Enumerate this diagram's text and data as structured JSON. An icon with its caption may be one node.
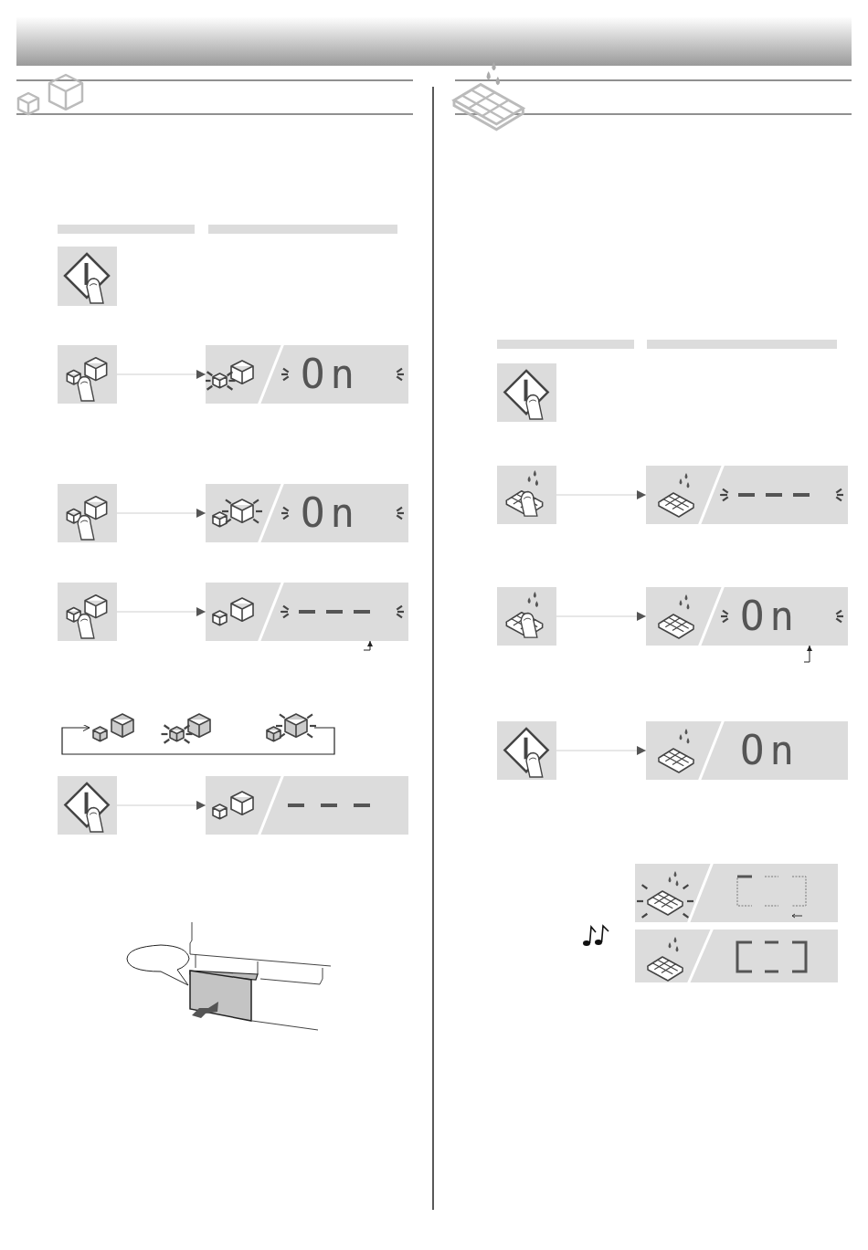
{
  "diagram": {
    "nodes": [
      {
        "text": [],
        "shape": "box"
      },
      {
        "text": [],
        "shape": "box"
      },
      {
        "text": [
          "On"
        ]
      },
      {
        "text": [],
        "shape": "box"
      },
      {
        "text": [
          "On"
        ]
      },
      {
        "text": [],
        "shape": "box"
      },
      {
        "text": [],
        "shape": "box"
      },
      {
        "text": [],
        "shape": "picture"
      },
      {
        "text": [],
        "shape": "picture"
      },
      {
        "text": [],
        "shape": "picture"
      },
      {
        "text": [],
        "shape": "box"
      },
      {
        "text": [],
        "shape": "box"
      },
      {
        "text": [],
        "shape": "box"
      },
      {
        "text": [],
        "shape": "box"
      },
      {
        "text": [],
        "shape": "box"
      },
      {
        "text": [],
        "shape": "box"
      },
      {
        "text": [
          "On"
        ]
      },
      {
        "text": [],
        "shape": "box"
      },
      {
        "text": [
          "On"
        ]
      },
      {
        "text": [],
        "shape": "box"
      },
      {
        "text": [],
        "shape": "box"
      }
    ],
    "edges": [
      {
        "from": 1,
        "to": 2,
        "arrow": "to"
      },
      {
        "from": 3,
        "to": 4,
        "arrow": "to"
      },
      {
        "from": 5,
        "to": 6,
        "arrow": "to"
      },
      {
        "from": 9,
        "to": 7,
        "arrow": "to",
        "color": "#222222"
      },
      {
        "from": 10,
        "to": 11,
        "arrow": "to"
      },
      {
        "from": 13,
        "to": 14,
        "arrow": "to"
      },
      {
        "from": 15,
        "to": 16,
        "arrow": "to"
      },
      {
        "from": 17,
        "to": 18,
        "arrow": "to"
      },
      {
        "from": null,
        "to": 6,
        "arrow": "to",
        "color": "#222222"
      },
      {
        "from": null,
        "to": 16,
        "arrow": "to",
        "color": "#222222"
      }
    ]
  }
}
